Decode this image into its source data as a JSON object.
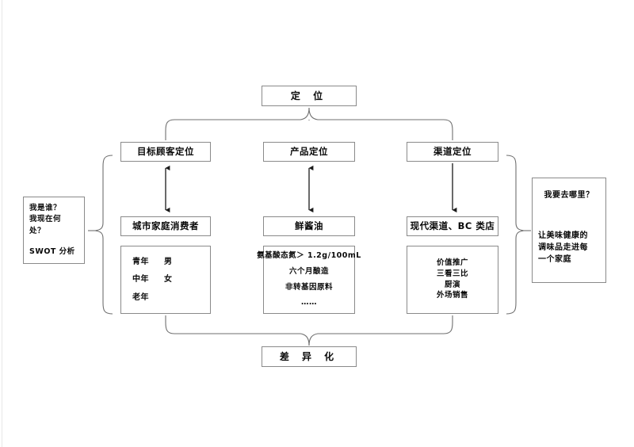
{
  "diagram": {
    "title_box": {
      "label": "定  位"
    },
    "bottom_box": {
      "label": "差  异  化"
    },
    "columns": [
      {
        "head": "目标顾客定位",
        "sub": "城市家庭消费者",
        "details": [
          {
            "a": "青年",
            "b": "男"
          },
          {
            "a": "中年",
            "b": "女"
          },
          {
            "a": "老年",
            "b": ""
          }
        ],
        "connector": "double-arrow"
      },
      {
        "head": "产品定位",
        "sub": "鲜酱油",
        "details": [
          "氨基酸态氮＞ 1.2g/100mL",
          "六个月酿造",
          "非转基因原料",
          "……"
        ],
        "connector": "double-arrow"
      },
      {
        "head": "渠道定位",
        "sub": "现代渠道、BC 类店",
        "details": [
          "价值推广",
          "三看三比",
          "厨演",
          "外场销售"
        ],
        "connector": "down-arrow"
      }
    ],
    "left_box": {
      "question": "我是谁？\n我现在何\n处？",
      "method": "SWOT 分析"
    },
    "right_box": {
      "question": "我要去哪里？",
      "answer": "让美味健康的\n调味品走进每\n一个家庭",
      "arrow": "down-arrow"
    },
    "colors": {
      "line": "#8a8a8a",
      "arrow": "#1a1a1a",
      "text": "#0a0a0a",
      "background": "#ffffff"
    }
  }
}
